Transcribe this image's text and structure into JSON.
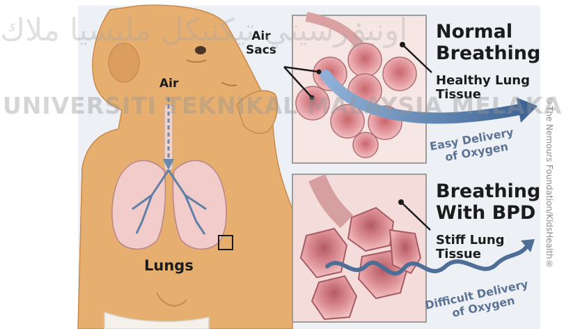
{
  "labels": {
    "air": "Air",
    "air_sacs_line1": "Air",
    "air_sacs_line2": "Sacs",
    "lungs": "Lungs"
  },
  "normal": {
    "title_line1": "Normal",
    "title_line2": "Breathing",
    "tissue_line1": "Healthy Lung",
    "tissue_line2": "Tissue",
    "delivery_line1": "Easy Delivery",
    "delivery_line2": "of Oxygen"
  },
  "bpd": {
    "title_line1": "Breathing",
    "title_line2": "With BPD",
    "tissue_line1": "Stiff Lung",
    "tissue_line2": "Tissue",
    "delivery_line1": "Difficult Delivery",
    "delivery_line2": "of Oxygen"
  },
  "credit": "©The Nemours Foundation/KidsHealth®",
  "watermark_latin": "UNIVERSITI TEKNIKAL MALAYSIA MELAKA",
  "watermark_arabic": "اونيۏرسيتي تيكنيكل مليسيا ملاك",
  "colors": {
    "skin": "#e3ab6c",
    "alveoli": "#e9a8a8",
    "alveoli_dark": "#c96f74",
    "arrow_blue": "#5b7fab",
    "text": "#1b1b1b"
  }
}
